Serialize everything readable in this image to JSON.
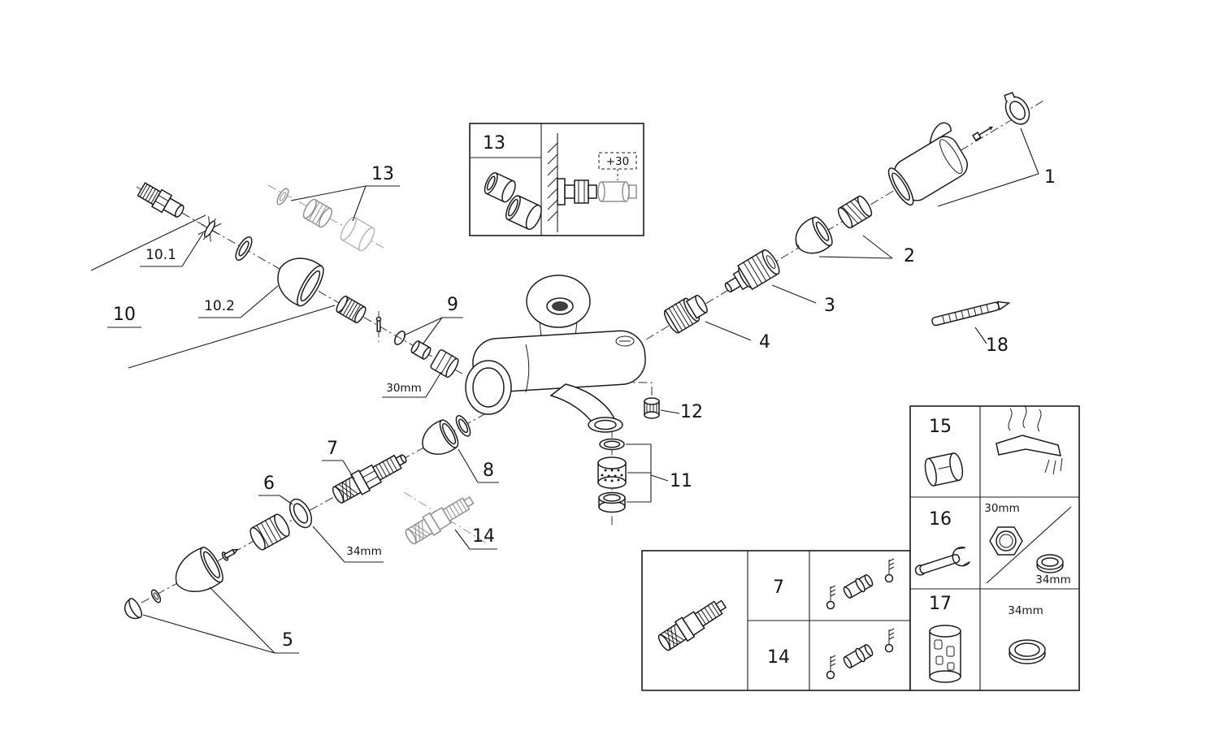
{
  "callouts": {
    "n1": "1",
    "n2": "2",
    "n3": "3",
    "n4": "4",
    "n5": "5",
    "n6": "6",
    "n7": "7",
    "n8": "8",
    "n9": "9",
    "n10": "10",
    "n10_1": "10.1",
    "n10_2": "10.2",
    "n11": "11",
    "n12": "12",
    "n13": "13",
    "n14": "14",
    "n18": "18"
  },
  "dimensions": {
    "d30": "30mm",
    "d34": "34mm"
  },
  "inset_mounting": {
    "label": "13",
    "extension": "+30"
  },
  "inset_parts": {
    "n15": "15",
    "n16": "16",
    "n17": "17",
    "d30": "30mm",
    "d34": "34mm",
    "d34b": "34mm"
  },
  "inset_valve_table": {
    "row1": "7",
    "row2": "14"
  }
}
